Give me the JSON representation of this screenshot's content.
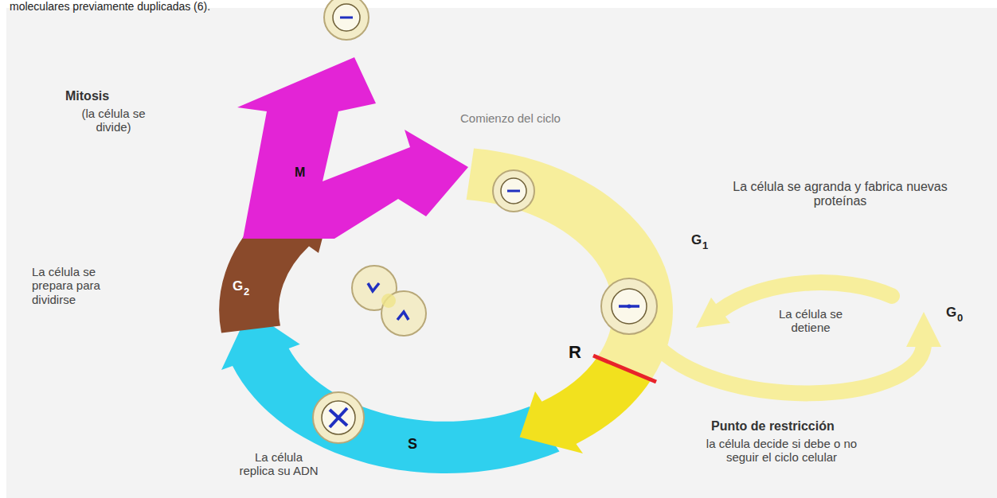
{
  "diagram": {
    "labels": [
      "moleculares previamente duplicadas (6).",
      "Mitosis",
      "(la célula se divide)",
      "M",
      "Comienzo del ciclo",
      "La célula se agranda y fabrica nuevas proteínas",
      "G",
      "1",
      "La célula se detiene",
      "G",
      "0",
      "R",
      "Punto de restricción",
      "la célula decide si debe o no seguir el ciclo celular",
      "La célula replica su ADN",
      "S",
      "La célula se prepara para dividirse",
      "G",
      "2"
    ]
  }
}
